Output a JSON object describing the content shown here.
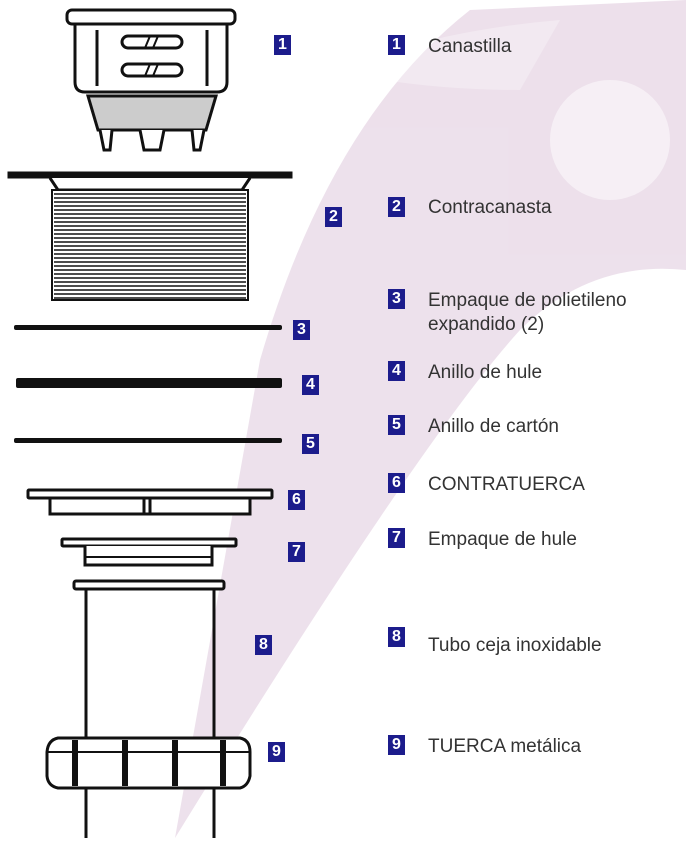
{
  "colors": {
    "background": "#ffffff",
    "watermark": "#c9a3c3",
    "badge_bg": "#1c1c8c",
    "badge_text": "#ffffff",
    "label_text": "#333333",
    "part_stroke": "#111111"
  },
  "parts": [
    {
      "number": "1",
      "label": "Canastilla",
      "icon": "basket-strainer-icon"
    },
    {
      "number": "2",
      "label": "Contracanasta",
      "icon": "threaded-body-icon"
    },
    {
      "number": "3",
      "label": "Empaque de polietileno expandido (2)",
      "label_lines": [
        "Empaque de polietileno",
        "expandido (2)"
      ],
      "icon": "foam-gasket-icon"
    },
    {
      "number": "4",
      "label": "Anillo de hule",
      "icon": "rubber-ring-icon"
    },
    {
      "number": "5",
      "label": "Anillo de cartón",
      "icon": "cardboard-ring-icon"
    },
    {
      "number": "6",
      "label": "CONTRATUERCA",
      "icon": "locknut-icon"
    },
    {
      "number": "7",
      "label": "Empaque de hule",
      "icon": "rubber-washer-icon"
    },
    {
      "number": "8",
      "label": "Tubo ceja inoxidable",
      "icon": "stainless-tube-icon"
    },
    {
      "number": "9",
      "label": "TUERCA metálica",
      "icon": "metal-nut-icon"
    }
  ]
}
